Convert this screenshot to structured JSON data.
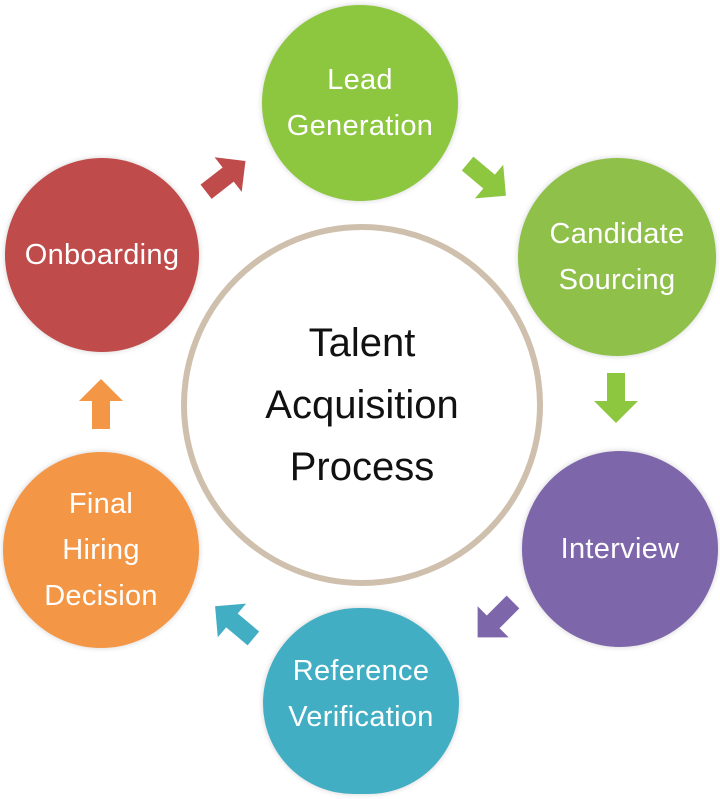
{
  "center": {
    "lines": [
      "Talent",
      "Acquisition",
      "Process"
    ]
  },
  "stages": [
    {
      "lines": [
        "Lead",
        "Generation"
      ],
      "color": "#8dc63f"
    },
    {
      "lines": [
        "Candidate",
        "Sourcing"
      ],
      "color": "#8fc04a"
    },
    {
      "lines": [
        "Interview"
      ],
      "color": "#7e66ab"
    },
    {
      "lines": [
        "Reference",
        "Verification"
      ],
      "color": "#42aec4"
    },
    {
      "lines": [
        "Final",
        "Hiring",
        "Decision"
      ],
      "color": "#f39646"
    },
    {
      "lines": [
        "Onboarding"
      ],
      "color": "#c04b4b"
    }
  ],
  "arrows": [
    {
      "from": "Lead Generation",
      "to": "Candidate Sourcing",
      "color": "#8dc63f"
    },
    {
      "from": "Candidate Sourcing",
      "to": "Interview",
      "color": "#8dc63f"
    },
    {
      "from": "Interview",
      "to": "Reference Verification",
      "color": "#7e66ab"
    },
    {
      "from": "Reference Verification",
      "to": "Final Hiring Decision",
      "color": "#42aec4"
    },
    {
      "from": "Final Hiring Decision",
      "to": "Onboarding",
      "color": "#f39646"
    },
    {
      "from": "Onboarding",
      "to": "Lead Generation",
      "color": "#c04b4b"
    }
  ]
}
